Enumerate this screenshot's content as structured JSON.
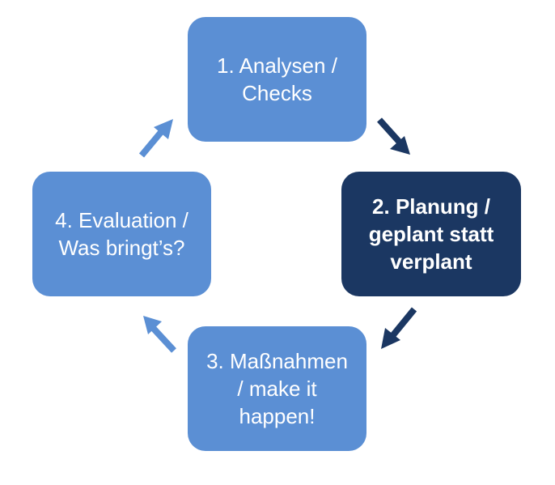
{
  "diagram": {
    "type": "cycle",
    "steps": [
      {
        "label": "1. Analysen /\nChecks",
        "highlighted": false
      },
      {
        "label": "2. Planung  /\ngeplant statt\nverplant",
        "highlighted": true
      },
      {
        "label": "3. Maßnahmen\n/ make it\nhappen!",
        "highlighted": false
      },
      {
        "label": "4. Evaluation /\nWas bringt’s?",
        "highlighted": false
      }
    ],
    "colors": {
      "step": "#5b8fd4",
      "highlight": "#1b3762",
      "arrow_dark": "#1b3762",
      "arrow_light": "#5b8fd4"
    }
  }
}
